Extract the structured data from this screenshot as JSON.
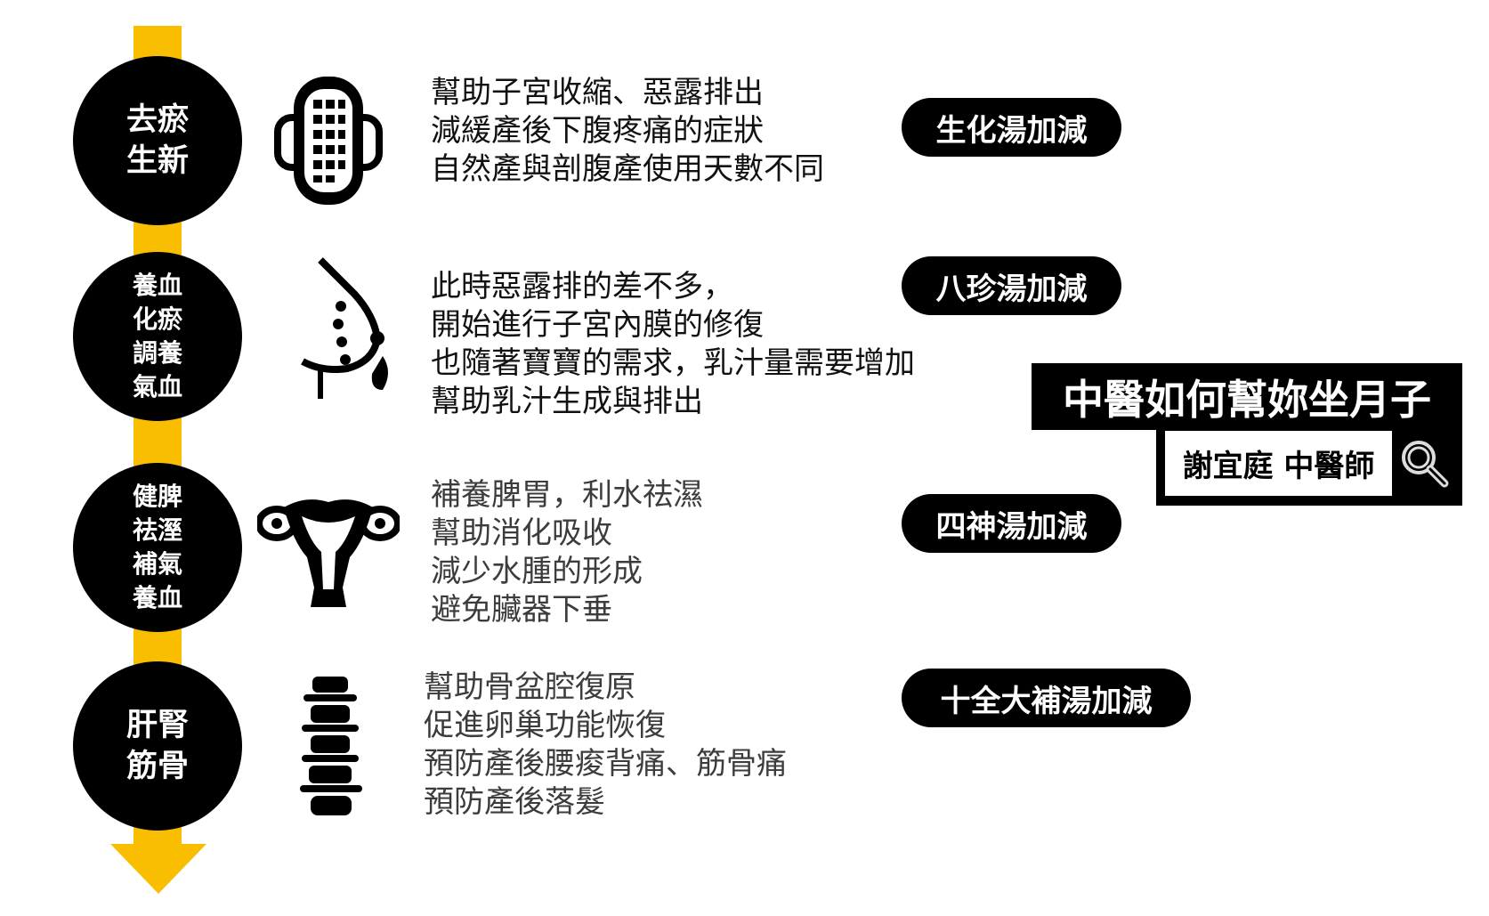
{
  "title": "中醫如何幫妳坐月子",
  "doctor": "謝宜庭 中醫師",
  "accent_color": "#f9be00",
  "stages": [
    {
      "label": "去瘀\n生新",
      "icon": "sanitary-pad-icon",
      "lines": [
        "幫助子宮收縮、惡露排出",
        "減緩產後下腹疼痛的症狀",
        "自然產與剖腹產使用天數不同"
      ],
      "formula": "生化湯加減"
    },
    {
      "label": "養血\n化瘀\n調養\n氣血",
      "icon": "breast-milk-icon",
      "lines": [
        "此時惡露排的差不多，",
        "開始進行子宮內膜的修復",
        "也隨著寶寶的需求，乳汁量需要增加",
        "幫助乳汁生成與排出"
      ],
      "formula": "八珍湯加減"
    },
    {
      "label": "健脾\n祛溼\n補氣\n養血",
      "icon": "uterus-icon",
      "lines": [
        "補養脾胃，利水祛濕",
        "幫助消化吸收",
        "減少水腫的形成",
        "避免臟器下垂"
      ],
      "formula": "四神湯加減"
    },
    {
      "label": "肝腎\n筋骨",
      "icon": "spine-icon",
      "lines": [
        "幫助骨盆腔復原",
        "促進卵巢功能恢復",
        "預防產後腰痠背痛、筋骨痛",
        "預防產後落髮"
      ],
      "formula": "十全大補湯加減"
    }
  ]
}
